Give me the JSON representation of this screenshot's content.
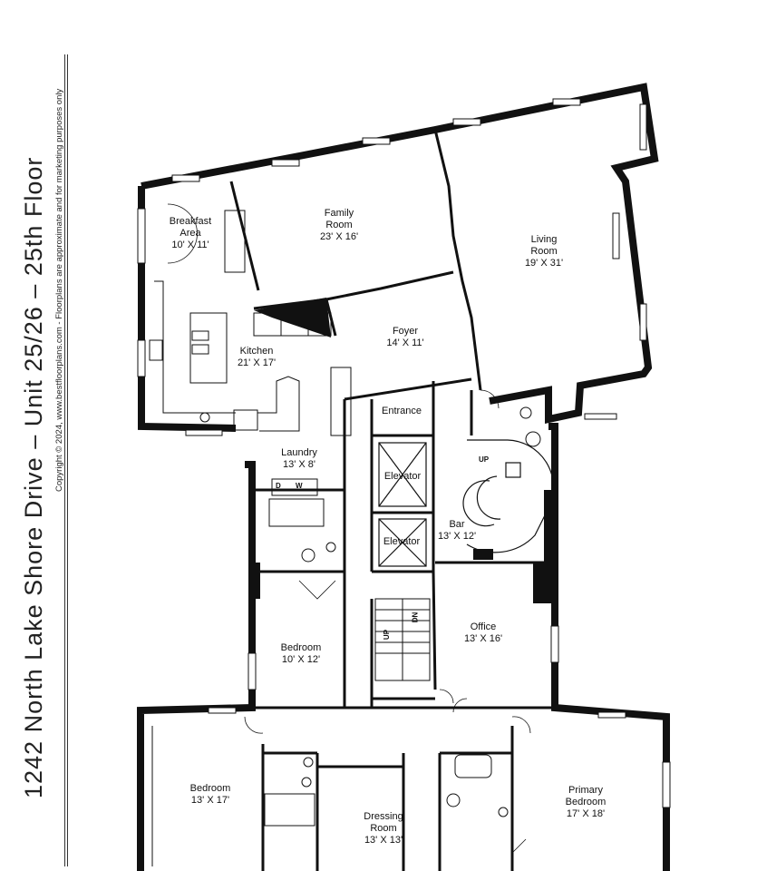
{
  "title": "1242 North Lake Shore Drive – Unit 25/26 – 25th Floor",
  "copyright": "Copyright © 2024, www.bestfloorplans.com - Floorplans are approximate and for marketing purposes only",
  "rooms": {
    "breakfast": {
      "name_line1": "Breakfast",
      "name_line2": "Area",
      "size": "10' X 11'"
    },
    "family": {
      "name_line1": "Family",
      "name_line2": "Room",
      "size": "23' X 16'"
    },
    "living": {
      "name_line1": "Living",
      "name_line2": "Room",
      "size": "19' X 31'"
    },
    "kitchen": {
      "name": "Kitchen",
      "size": "21' X 17'"
    },
    "foyer": {
      "name": "Foyer",
      "size": "14' X 11'"
    },
    "entrance": {
      "name": "Entrance"
    },
    "laundry": {
      "name": "Laundry",
      "size": "13' X 8'"
    },
    "elevator1": {
      "name": "Elevator"
    },
    "elevator2": {
      "name": "Elevator"
    },
    "bar": {
      "name": "Bar",
      "size": "13' X 12'"
    },
    "office": {
      "name": "Office",
      "size": "13' X 16'"
    },
    "bedroom_small": {
      "name": "Bedroom",
      "size": "10' X 12'"
    },
    "bedroom_left": {
      "name": "Bedroom",
      "size": "13' X 17'"
    },
    "dressing": {
      "name_line1": "Dressing",
      "name_line2": "Room",
      "size": "13' X 13'"
    },
    "primary": {
      "name_line1": "Primary",
      "name_line2": "Bedroom",
      "size": "17' X 18'"
    }
  },
  "appliances": {
    "dishwasher": "D",
    "washer": "W",
    "stair_up": "UP",
    "stair_dn": "DN",
    "bar_up": "UP"
  }
}
